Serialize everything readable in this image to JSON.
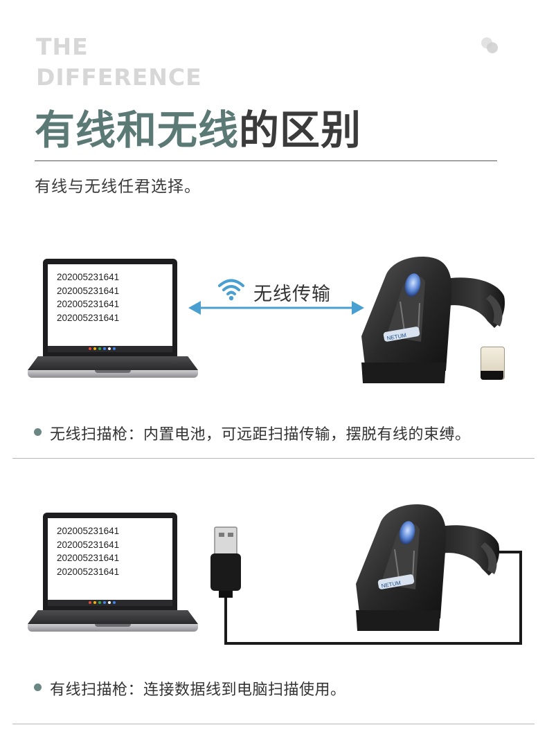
{
  "header": {
    "eyebrow_line1": "THE",
    "eyebrow_line2": "DIFFERENCE",
    "title_accent": "有线和无线",
    "title_rest": "的区别",
    "subtitle": "有线与无线任君选择。"
  },
  "wireless": {
    "screen_codes": [
      "202005231641",
      "202005231641",
      "202005231641",
      "202005231641"
    ],
    "link_label": "无线传输",
    "scanner_brand": "NETUM",
    "caption": "无线扫描枪：内置电池，可远距扫描传输，摆脱有线的束缚。"
  },
  "wired": {
    "screen_codes": [
      "202005231641",
      "202005231641",
      "202005231641",
      "202005231641"
    ],
    "scanner_brand": "NETUM",
    "caption": "有线扫描枪：连接数据线到电脑扫描使用。"
  },
  "colors": {
    "accent": "#5b7a75",
    "title_dark": "#3b3b3b",
    "arrow_blue": "#4a9fd1",
    "bullet": "#6b8784"
  },
  "icons": [
    "wifi-icon",
    "double-arrow-icon",
    "usb-plug-icon",
    "decorative-dots-icon"
  ]
}
